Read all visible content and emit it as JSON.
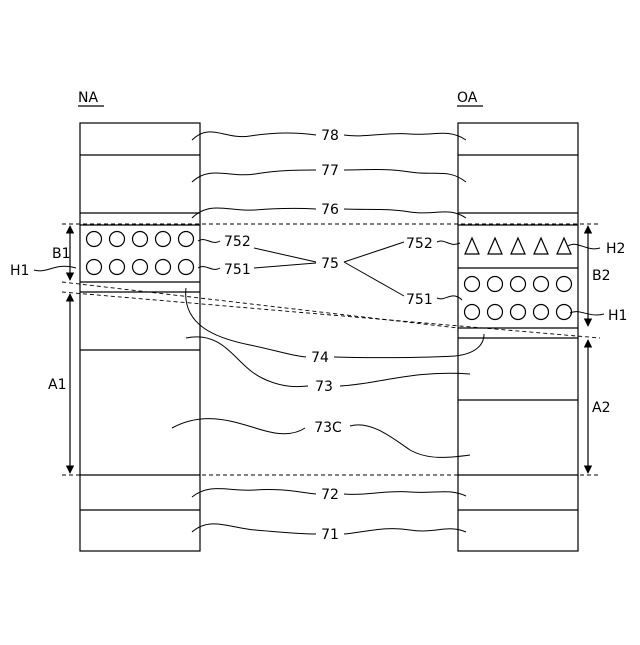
{
  "regions": {
    "left_label": "NA",
    "right_label": "OA"
  },
  "layers": {
    "l78": "78",
    "l77": "77",
    "l76": "76",
    "l75": "75",
    "l752_left": "752",
    "l751_left": "751",
    "l752_right": "752",
    "l751_right": "751",
    "l74": "74",
    "l73": "73",
    "l73c": "73C",
    "l72": "72",
    "l71": "71"
  },
  "dimensions": {
    "b1": "B1",
    "h1_left": "H1",
    "a1": "A1",
    "b2": "B2",
    "h1_right": "H1",
    "h2": "H2",
    "a2": "A2"
  },
  "icons": {
    "particle_circle": "circle-icon",
    "particle_triangle": "triangle-icon"
  }
}
